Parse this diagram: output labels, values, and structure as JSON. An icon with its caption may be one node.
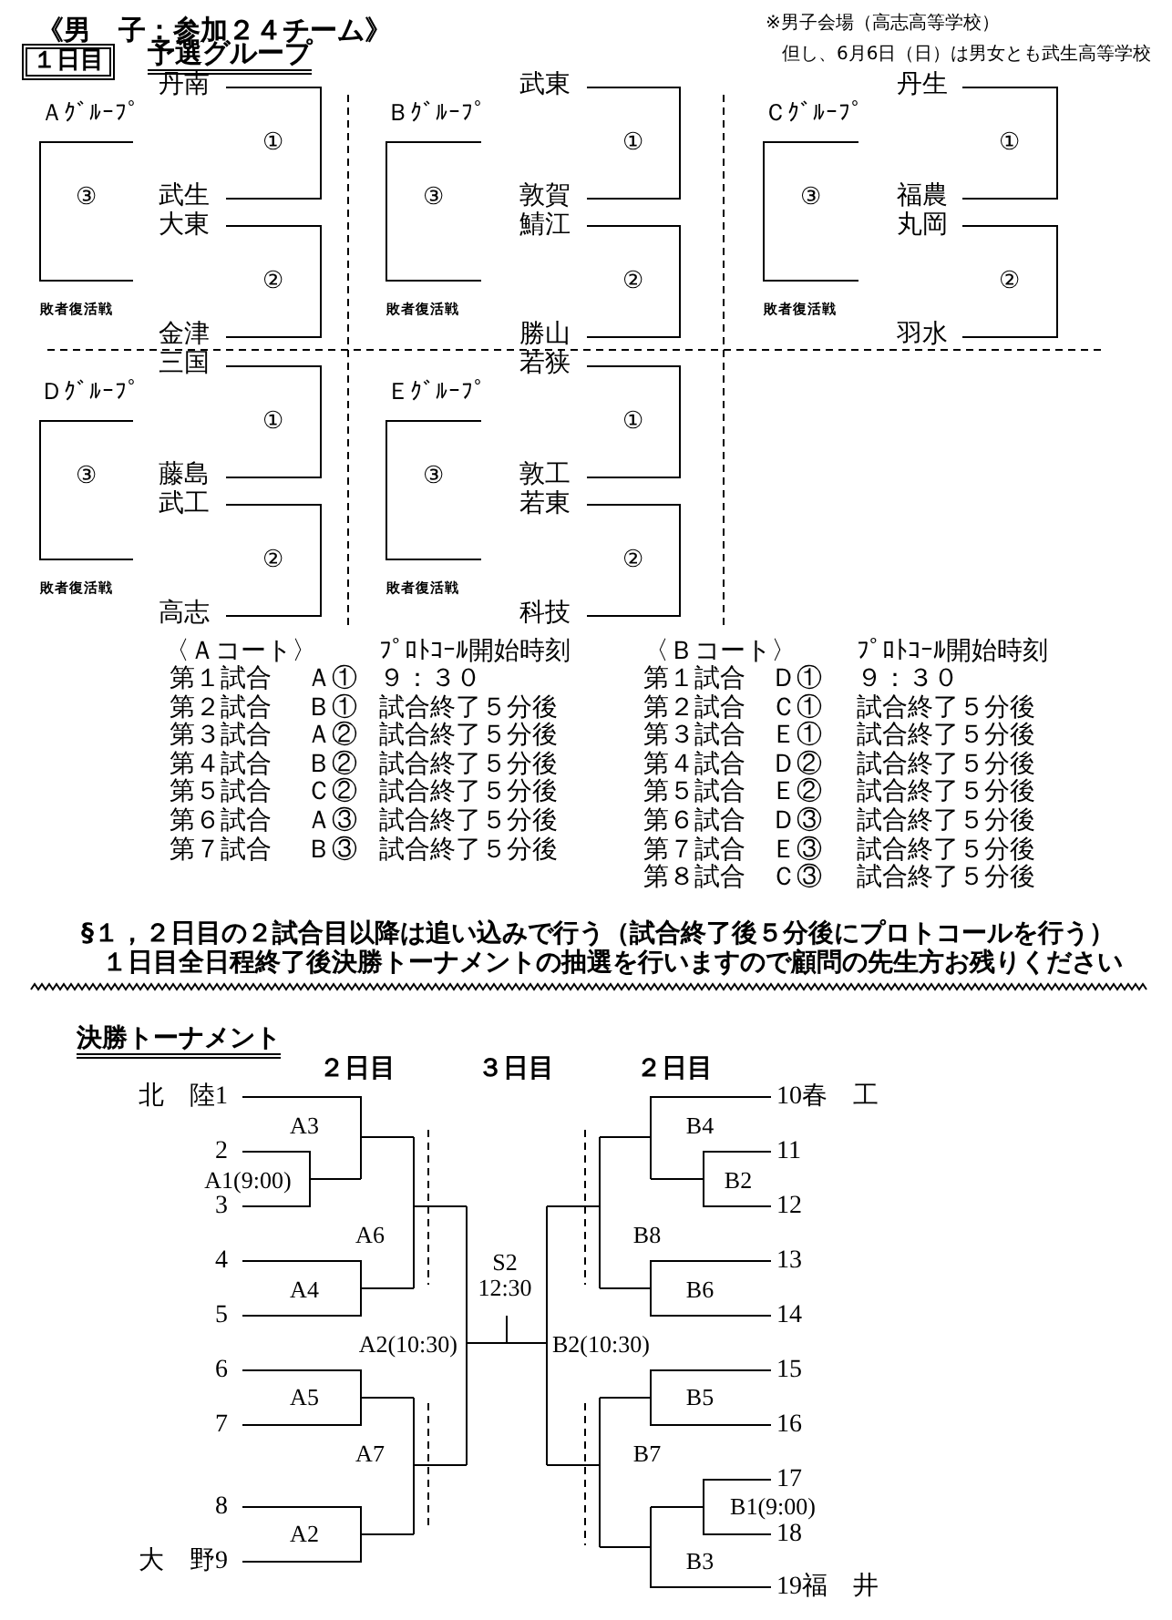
{
  "diagram": {
    "title": "《男　子：参加２４チーム》",
    "nodes": [
      {
        "text": [
          "１日目"
        ]
      }
    ],
    "labels": [
      "※男子会場（高志高等学校）",
      "予選グループ",
      "但し、6月6日（日）は男女とも武生高等学校",
      "Ａｸﾞﾙｰﾌﾟ",
      "丹南",
      "武生",
      "大東",
      "金津",
      "①",
      "②",
      "③",
      "敗者復活戦",
      "Ｂｸﾞﾙｰﾌﾟ",
      "武東",
      "敦賀",
      "鯖江",
      "勝山",
      "①",
      "②",
      "③",
      "敗者復活戦",
      "Ｃｸﾞﾙｰﾌﾟ",
      "丹生",
      "福農",
      "丸岡",
      "羽水",
      "①",
      "②",
      "③",
      "敗者復活戦",
      "Ｄｸﾞﾙｰﾌﾟ",
      "三国",
      "藤島",
      "武工",
      "高志",
      "①",
      "②",
      "③",
      "敗者復活戦",
      "Ｅｸﾞﾙｰﾌﾟ",
      "若狭",
      "敦工",
      "若東",
      "科技",
      "①",
      "②",
      "③",
      "敗者復活戦",
      "〈Ａコート〉",
      "ﾌﾟﾛﾄｺｰﾙ開始時刻",
      "第１試合",
      "Ａ①",
      "９：３０",
      "第２試合",
      "Ｂ①",
      "試合終了５分後",
      "第３試合",
      "Ａ②",
      "試合終了５分後",
      "第４試合",
      "Ｂ②",
      "試合終了５分後",
      "第５試合",
      "Ｃ②",
      "試合終了５分後",
      "第６試合",
      "Ａ③",
      "試合終了５分後",
      "第７試合",
      "Ｂ③",
      "試合終了５分後",
      "〈Ｂコート〉",
      "ﾌﾟﾛﾄｺｰﾙ開始時刻",
      "第１試合",
      "Ｄ①",
      "９：３０",
      "第２試合",
      "Ｃ①",
      "試合終了５分後",
      "第３試合",
      "Ｅ①",
      "試合終了５分後",
      "第４試合",
      "Ｄ②",
      "試合終了５分後",
      "第５試合",
      "Ｅ②",
      "試合終了５分後",
      "第６試合",
      "Ｄ③",
      "試合終了５分後",
      "第７試合",
      "Ｅ③",
      "試合終了５分後",
      "第８試合",
      "Ｃ③",
      "試合終了５分後",
      "§１，２日目の２試合目以降は追い込みで行う（試合終了後５分後にプロトコールを行う）",
      "１日目全日程終了後決勝トーナメントの抽選を行いますので顧問の先生方お残りください",
      "決勝トーナメント",
      "２日目",
      "３日目",
      "２日目",
      "北　陸1",
      "2",
      "3",
      "4",
      "5",
      "6",
      "7",
      "8",
      "大　野9",
      "10春　工",
      "11",
      "12",
      "13",
      "14",
      "15",
      "16",
      "17",
      "18",
      "19福　井",
      "A3",
      "A1(9:00)",
      "A6",
      "A4",
      "A5",
      "A7",
      "A2",
      "A2(10:30)",
      "S2 12:30",
      "B2(10:30)",
      "B4",
      "B2",
      "B8",
      "B6",
      "B5",
      "B7",
      "B1(9:00)",
      "B3"
    ]
  }
}
